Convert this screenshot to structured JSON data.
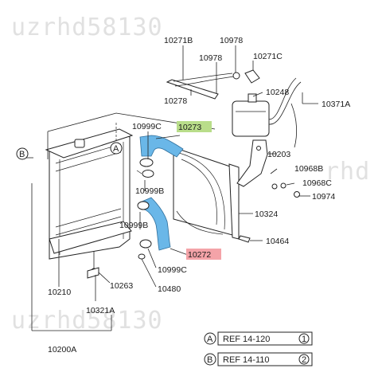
{
  "watermark": "uzrhd58130",
  "watermark_right": "rhd",
  "labels": {
    "p10271B": "10271B",
    "p10978a": "10978",
    "p10978b": "10978",
    "p10271C": "10271C",
    "p10278": "10278",
    "p10248": "10248",
    "p10371A": "10371A",
    "p10999C_top": "10999C",
    "p10273": "10273",
    "p10203": "10203",
    "p10968B": "10968B",
    "p10968C": "10968C",
    "p10974": "10974",
    "p10999B_a": "10999B",
    "p10324": "10324",
    "p10999B_b": "10999B",
    "p10464": "10464",
    "p10272": "10272",
    "p10999C_bot": "10999C",
    "p10263": "10263",
    "p10480": "10480",
    "p10210": "10210",
    "p10321A": "10321A",
    "p10200A": "10200A"
  },
  "callouts": {
    "A": "A",
    "B": "B"
  },
  "refs": [
    {
      "letter": "A",
      "text": "REF 14-120",
      "num": "1"
    },
    {
      "letter": "B",
      "text": "REF 14-110",
      "num": "2"
    }
  ],
  "colors": {
    "upper_hose": "#6ab7e8",
    "lower_hose": "#6ab7e8",
    "highlight_10273": "#b9dd8a",
    "highlight_10272": "#f4a3a8",
    "label_10273_text": "#d33a2c",
    "label_10272_text": "#d33a2c"
  }
}
